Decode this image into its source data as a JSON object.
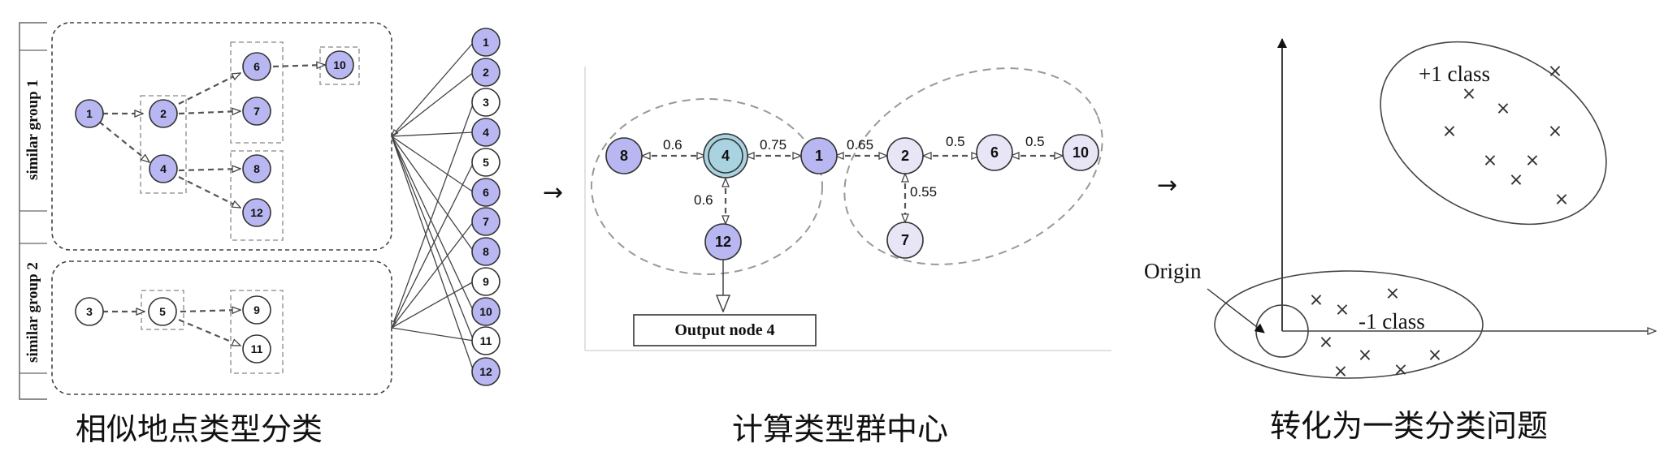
{
  "colors": {
    "accent_node": "#b9b7f2",
    "center_node": "#a9d3e0",
    "light_node": "#e7e5f6",
    "white_node": "#ffffff"
  },
  "panel1": {
    "group1_label": "similar group 1",
    "group2_label": "similar group 2",
    "nodes": {
      "n1": "1",
      "n2": "2",
      "n3": "3",
      "n4": "4",
      "n5": "5",
      "n6": "6",
      "n7": "7",
      "n8": "8",
      "n9": "9",
      "n10": "10",
      "n11": "11",
      "n12": "12"
    },
    "right_column": [
      "1",
      "2",
      "3",
      "4",
      "5",
      "6",
      "7",
      "8",
      "9",
      "10",
      "11",
      "12"
    ],
    "caption": "相似地点类型分类"
  },
  "arrow1": "→",
  "panel2": {
    "nodes": {
      "n8": "8",
      "n4": "4",
      "n1": "1",
      "n2": "2",
      "n6": "6",
      "n10": "10",
      "n7": "7",
      "n12": "12"
    },
    "edge_labels": {
      "e84": "0.6",
      "e41": "0.75",
      "e12": "0.65",
      "e26": "0.5",
      "e610": "0.5",
      "e27": "0.55",
      "e412": "0.6"
    },
    "output_label": "Output node 4",
    "caption": "计算类型群中心"
  },
  "arrow2": "→",
  "panel3": {
    "pos_class": "+1 class",
    "neg_class": "-1 class",
    "origin_label": "Origin",
    "cross_symbol": "×",
    "caption": "转化为一类分类问题"
  }
}
